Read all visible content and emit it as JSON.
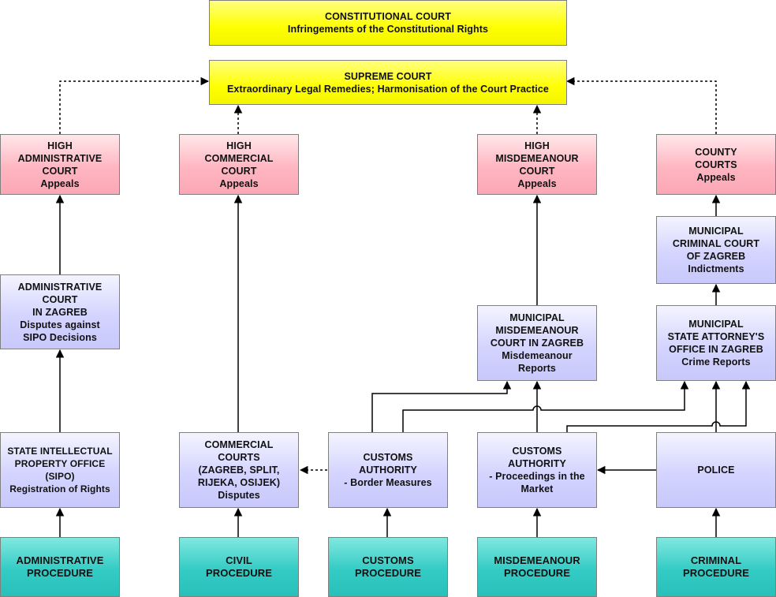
{
  "constitutional": {
    "title": "CONSTITUTIONAL COURT",
    "subtitle": "Infringements of the Constitutional Rights"
  },
  "supreme": {
    "title": "SUPREME COURT",
    "subtitle": "Extraordinary Legal Remedies; Harmonisation of the Court Practice"
  },
  "high_admin": {
    "l1": "HIGH",
    "l2": "ADMINISTRATIVE",
    "l3": "COURT",
    "l4": "Appeals"
  },
  "high_commercial": {
    "l1": "HIGH",
    "l2": "COMMERCIAL",
    "l3": "COURT",
    "l4": "Appeals"
  },
  "high_misdemeanour": {
    "l1": "HIGH",
    "l2": "MISDEMEANOUR",
    "l3": "COURT",
    "l4": "Appeals"
  },
  "county": {
    "l1": "COUNTY",
    "l2": "COURTS",
    "l3": "Appeals"
  },
  "admin_court": {
    "l1": "ADMINISTRATIVE",
    "l2": "COURT",
    "l3": "IN ZAGREB",
    "l4": "Disputes against",
    "l5": "SIPO Decisions"
  },
  "municipal_criminal": {
    "l1": "MUNICIPAL",
    "l2": "CRIMINAL COURT",
    "l3": "OF ZAGREB",
    "l4": "Indictments"
  },
  "municipal_misdemeanour": {
    "l1": "MUNICIPAL",
    "l2": "MISDEMEANOUR",
    "l3": "COURT IN ZAGREB",
    "l4": "Misdemeanour",
    "l5": "Reports"
  },
  "state_attorney": {
    "l1": "MUNICIPAL",
    "l2": "STATE ATTORNEY'S",
    "l3": "OFFICE IN ZAGREB",
    "l4": "Crime Reports"
  },
  "sipo": {
    "l1": "STATE INTELLECTUAL",
    "l2": "PROPERTY OFFICE",
    "l3": "(SIPO)",
    "l4": "Registration of Rights"
  },
  "commercial_courts": {
    "l1": "COMMERCIAL",
    "l2": "COURTS",
    "l3": "(ZAGREB, SPLIT,",
    "l4": "RIJEKA, OSIJEK)",
    "l5": "Disputes"
  },
  "customs_border": {
    "l1": "CUSTOMS",
    "l2": "AUTHORITY",
    "l3": "- Border Measures"
  },
  "customs_market": {
    "l1": "CUSTOMS",
    "l2": "AUTHORITY",
    "l3": "- Proceedings in the",
    "l4": "Market"
  },
  "police": {
    "l1": "POLICE"
  },
  "proc_admin": {
    "l1": "ADMINISTRATIVE",
    "l2": "PROCEDURE"
  },
  "proc_civil": {
    "l1": "CIVIL",
    "l2": "PROCEDURE"
  },
  "proc_customs": {
    "l1": "CUSTOMS",
    "l2": "PROCEDURE"
  },
  "proc_misdemeanour": {
    "l1": "MISDEMEANOUR",
    "l2": "PROCEDURE"
  },
  "proc_criminal": {
    "l1": "CRIMINAL",
    "l2": "PROCEDURE"
  }
}
